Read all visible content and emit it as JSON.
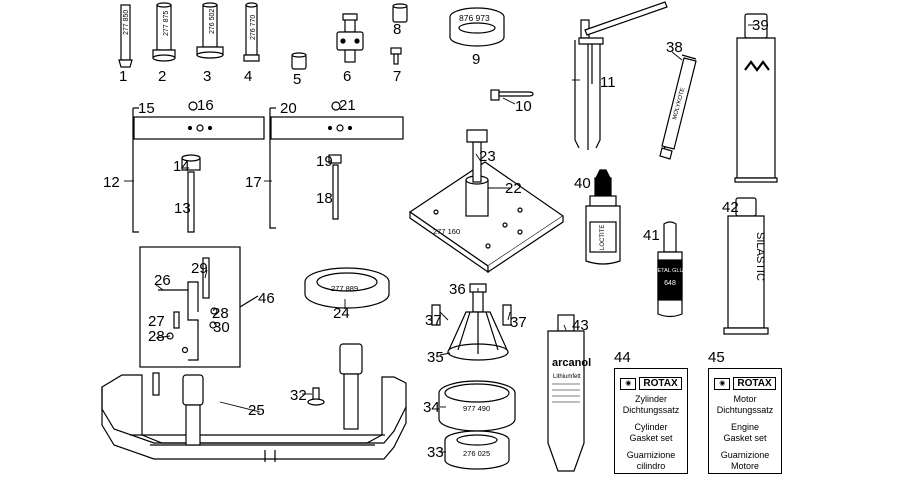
{
  "callouts": [
    "1",
    "2",
    "3",
    "4",
    "5",
    "6",
    "7",
    "8",
    "9",
    "10",
    "11",
    "12",
    "13",
    "14",
    "15",
    "16",
    "17",
    "18",
    "19",
    "20",
    "21",
    "22",
    "23",
    "24",
    "25",
    "26",
    "27",
    "28",
    "28",
    "29",
    "30",
    "32",
    "33",
    "34",
    "35",
    "36",
    "37",
    "37",
    "38",
    "39",
    "40",
    "41",
    "42",
    "43",
    "44",
    "45",
    "46"
  ],
  "tool_markings": {
    "t1": "277 850",
    "t2": "277 875",
    "t3": "276 502",
    "t4": "276 770",
    "t9": "876 973",
    "t22": "277 160",
    "t24": "277 889",
    "t34": "977 490",
    "t33": "276 025"
  },
  "product_labels": {
    "silastic": "SILASTIC",
    "arcanol": "arcanol",
    "arcanol_sub": "Lithiumfett",
    "metal_glue": "METAL GLUE",
    "metal_glue_num": "648",
    "loctite": "LOCTITE",
    "syringe": "MOLYKOTE"
  },
  "cards": [
    {
      "brand": "ROTAX",
      "lines": [
        "Zylinder",
        "Dichtungssatz",
        "",
        "Cylinder",
        "Gasket set",
        "",
        "Guarnizione",
        "cilindro"
      ]
    },
    {
      "brand": "ROTAX",
      "lines": [
        "Motor",
        "Dichtungssatz",
        "",
        "Engine",
        "Gasket set",
        "",
        "Guarnizione",
        "Motore"
      ]
    }
  ]
}
